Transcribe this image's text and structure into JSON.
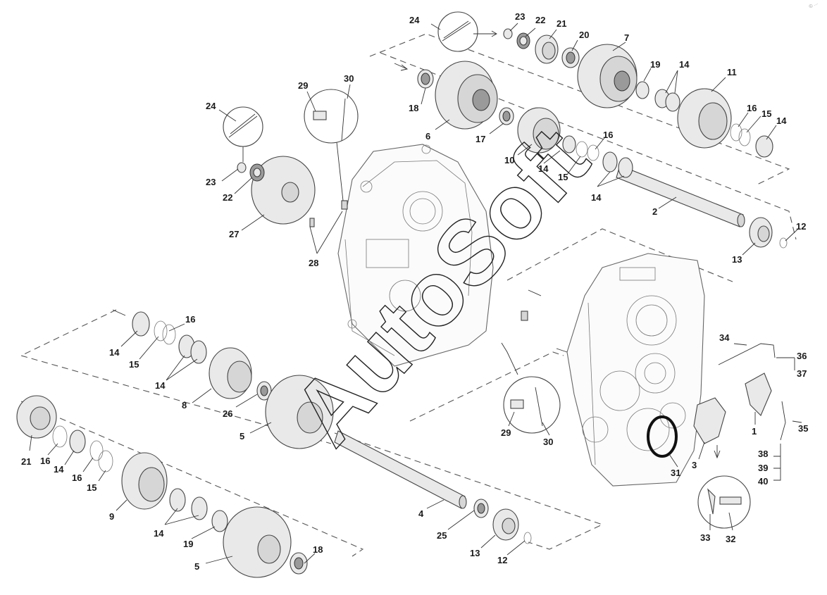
{
  "watermark": "AutoSoft",
  "corner_mark": "© ...",
  "labels": {
    "l24a": "24",
    "l23a": "23",
    "l22a": "22",
    "l21a": "21",
    "l20": "20",
    "l7": "7",
    "l19a": "19",
    "l14a": "14",
    "l11": "11",
    "l18a": "18",
    "l6": "6",
    "l17": "17",
    "l16a": "16",
    "l15a": "15",
    "l14b": "14",
    "l10": "10",
    "l14c": "14",
    "l15b": "15",
    "l16b": "16",
    "l14d": "14",
    "l2": "2",
    "l12a": "12",
    "l13a": "13",
    "l29a": "29",
    "l30a": "30",
    "l24b": "24",
    "l23b": "23",
    "l22b": "22",
    "l27": "27",
    "l28": "28",
    "l16c": "16",
    "l14e": "14",
    "l15c": "15",
    "l14f": "14",
    "l8": "8",
    "l26": "26",
    "l5a": "5",
    "l21b": "21",
    "l16d": "16",
    "l14g": "14",
    "l16e": "16",
    "l15d": "15",
    "l9": "9",
    "l14h": "14",
    "l19b": "19",
    "l5b": "5",
    "l18b": "18",
    "l4": "4",
    "l25": "25",
    "l13b": "13",
    "l12b": "12",
    "l29b": "29",
    "l30b": "30",
    "l31": "31",
    "l3": "3",
    "l33": "33",
    "l32": "32",
    "l34": "34",
    "l36": "36",
    "l37": "37",
    "l1": "1",
    "l35": "35",
    "l38": "38",
    "l39": "39",
    "l40": "40"
  }
}
